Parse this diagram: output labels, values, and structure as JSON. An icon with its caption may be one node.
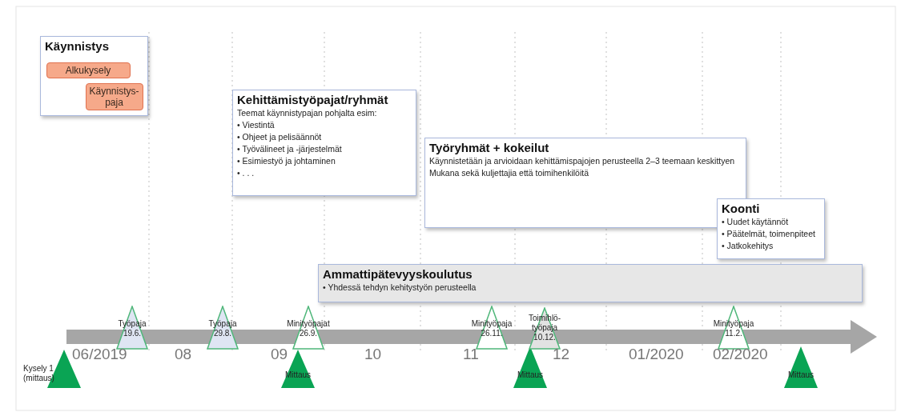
{
  "diagram": {
    "nodes": [
      {
        "text": [
          "Käynnistys"
        ]
      },
      {
        "text": [
          "Alkukysely"
        ],
        "in": 0
      },
      {
        "text": [
          "Käynnistys-paja"
        ],
        "in": 0
      },
      {
        "text": [
          "Kehittämistyöpajat/ryhmät",
          "Teemat käynnistypajan pohjalta esim:",
          "• Viestintä",
          "• Ohjeet ja pelisäännöt",
          "• Työvälineet ja -järjestelmät",
          "• Esimiestyö ja johtaminen",
          "• . . ."
        ]
      },
      {
        "text": [
          "Työryhmät + kokeilut",
          "Käynnistetään ja arvioidaan kehittämispajojen perusteella 2–3 teemaan keskittyen",
          "Mukana sekä kuljettajia että toimihenkilöitä"
        ]
      },
      {
        "text": [
          "Koonti",
          "• Uudet käytännöt",
          "• Päätelmät, toimenpiteet",
          "• Jatkokehitys"
        ]
      },
      {
        "text": [
          "Ammattipätevyyskoulutus",
          "• Yhdessä tehdyn kehitystyön perusteella"
        ]
      },
      {
        "text": [
          "Kysely 1 (mittaus)"
        ]
      },
      {
        "text": [
          "Työpaja",
          "19.6."
        ]
      },
      {
        "text": [
          "Työpaja",
          "29.8."
        ]
      },
      {
        "text": [
          "Mittaus"
        ]
      },
      {
        "text": [
          "Minityöpajat",
          "26.9."
        ]
      },
      {
        "text": [
          "Minityöpaja",
          "26.11."
        ]
      },
      {
        "text": [
          "Mittaus"
        ]
      },
      {
        "text": [
          "Toimihlö-työpaja",
          "10.12."
        ]
      },
      {
        "text": [
          "Minityöpaja",
          "11.2."
        ]
      },
      {
        "text": [
          "Mittaus"
        ]
      }
    ],
    "labels": [
      "06/2019",
      "08",
      "09",
      "10",
      "11",
      "12",
      "01/2020",
      "02/2020"
    ]
  }
}
